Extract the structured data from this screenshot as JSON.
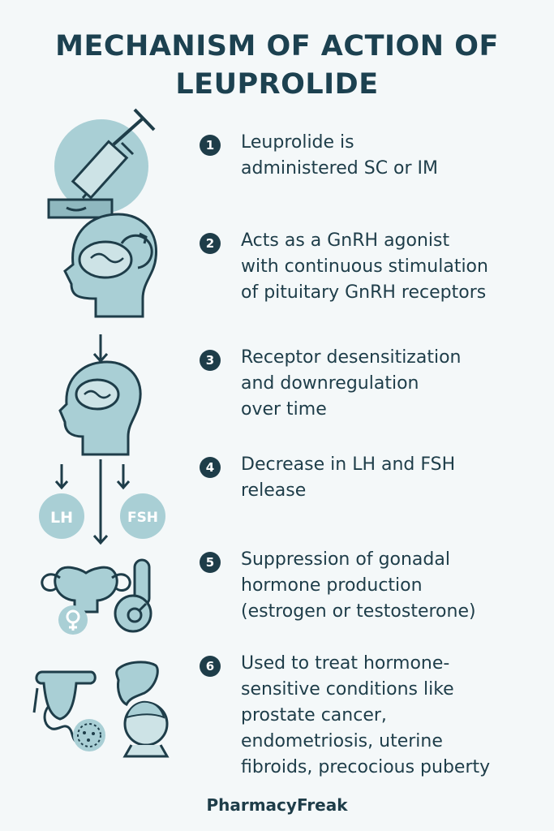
{
  "title": {
    "line1": "MECHANISM OF ACTION OF",
    "line2": "LEUPROLIDE"
  },
  "steps": [
    {
      "number": "1",
      "lines": [
        "Leuprolide is",
        "administered SC or IM"
      ]
    },
    {
      "number": "2",
      "lines": [
        "Acts as a GnRH agonist",
        "with continuous stimulation",
        "of pituitary GnRH receptors"
      ]
    },
    {
      "number": "3",
      "lines": [
        "Receptor desensitization",
        "and downregulation",
        "over time"
      ]
    },
    {
      "number": "4",
      "lines": [
        "Decrease in LH and FSH",
        "release"
      ]
    },
    {
      "number": "5",
      "lines": [
        "Suppression of gonadal",
        "hormone production",
        "(estrogen or testosterone)"
      ]
    },
    {
      "number": "6",
      "lines": [
        "Used to treat hormone-",
        "sensitive conditions like",
        "prostate cancer,",
        "endometriosis, uterine",
        "fibroids, precocious puberty"
      ]
    }
  ],
  "hormones": {
    "lh": "LH",
    "fsh": "FSH"
  },
  "footer": "PharmacyFreak",
  "icons": [
    "syringe-icon",
    "head-brain-cycle-icon",
    "head-brain-icon",
    "female-reproductive-icon",
    "female-symbol-icon",
    "male-reproductive-icon",
    "male-reproductive-tract-icon",
    "liver-organ-icon",
    "cell-icon",
    "child-face-icon"
  ],
  "colors": {
    "primary": "#1e3d49",
    "accent": "#a9cfd5",
    "light_accent": "#cde3e6",
    "background": "#f4f8f9"
  }
}
